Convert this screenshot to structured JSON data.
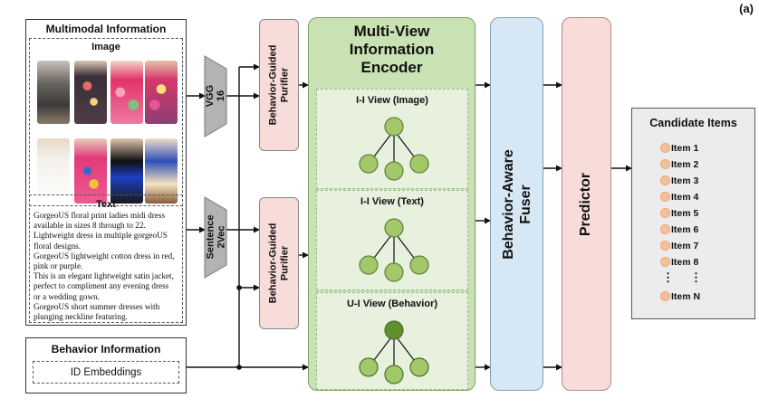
{
  "panel_label": "(a)",
  "multimodal": {
    "title": "Multimodal Information",
    "image_title": "Image",
    "text_title": "Text",
    "text_lines": [
      "GorgeoUS floral print ladies midi dress",
      "available in sizes 8 through to 22.",
      "Lightweight dress in multiple gorgeoUS",
      "floral designs.",
      "GorgeoUS lightweight cotton dress in red,",
      "pink or purple.",
      "This is an elegant lightweight satin jacket,",
      "perfect to compliment any evening dress",
      "or a wedding gown.",
      "GorgeoUS short summer dresses with",
      "plunging neckline featuring."
    ]
  },
  "behavior": {
    "title": "Behavior Information",
    "id_embeddings": "ID Embeddings"
  },
  "encoders": {
    "image": "VGG 16",
    "text_line1": "Sentence",
    "text_line2": "2Vec"
  },
  "purifier": {
    "line1": "Behavior-Guided",
    "line2": "Purifier"
  },
  "mvie": {
    "title_line1": "Multi-View",
    "title_line2": "Information",
    "title_line3": "Encoder",
    "views": [
      "I-I View (Image)",
      "I-I View (Text)",
      "U-I View (Behavior)"
    ]
  },
  "fuser": {
    "line1": "Behavior-Aware",
    "line2": "Fuser"
  },
  "predictor": "Predictor",
  "candidates": {
    "title": "Candidate Items",
    "items": [
      "Item 1",
      "Item 2",
      "Item 3",
      "Item 4",
      "Item 5",
      "Item 6",
      "Item 7",
      "Item 8",
      "⋮",
      "Item N"
    ]
  },
  "colors": {
    "purifier_fill": "#f8dcda",
    "mvie_fill": "#c9e2b3",
    "view_fill": "#e7f1de",
    "fuser_fill": "#d6e8f5",
    "predictor_fill": "#f8dcda",
    "encoder_fill": "#b3b3b3",
    "node_fill": "#a3c86a",
    "node_dark": "#5f8f2f",
    "candidate_dot": "#f6c199"
  }
}
